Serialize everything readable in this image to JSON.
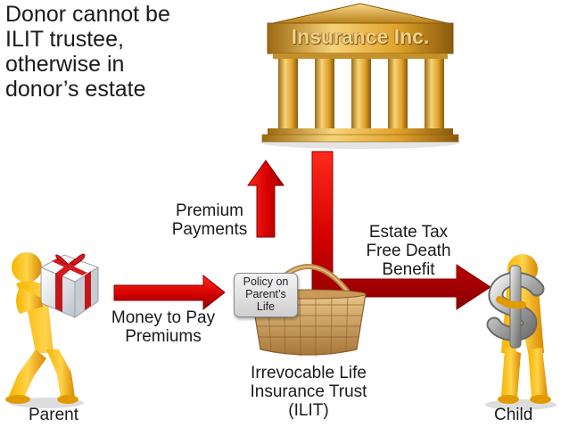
{
  "note": {
    "lines": [
      "Donor cannot be",
      "ILIT trustee,",
      "otherwise in",
      "donor’s estate"
    ]
  },
  "bank": {
    "name": "Insurance Inc."
  },
  "labels": {
    "premium_payments": [
      "Premium",
      "Payments"
    ],
    "estate_tax": [
      "Estate Tax",
      "Free Death",
      "Benefit"
    ],
    "money": [
      "Money to Pay",
      "Premiums"
    ],
    "trust": [
      "Irrevocable Life",
      "Insurance Trust",
      "(ILIT)"
    ],
    "parent": "Parent",
    "child": "Child"
  },
  "policy": {
    "lines": [
      "Policy on",
      "Parent’s",
      "Life"
    ]
  },
  "colors": {
    "arrow": "#d40000",
    "arrow_dark": "#8a0000",
    "figure": "#f2a700",
    "gold": "#e0a82b",
    "gift_ribbon": "#c4161c"
  },
  "icons": {
    "parent_figure": "person-carrying-gift-icon",
    "child_figure": "person-holding-dollar-icon",
    "bank": "bank-building-icon",
    "basket": "wicker-basket-icon"
  }
}
